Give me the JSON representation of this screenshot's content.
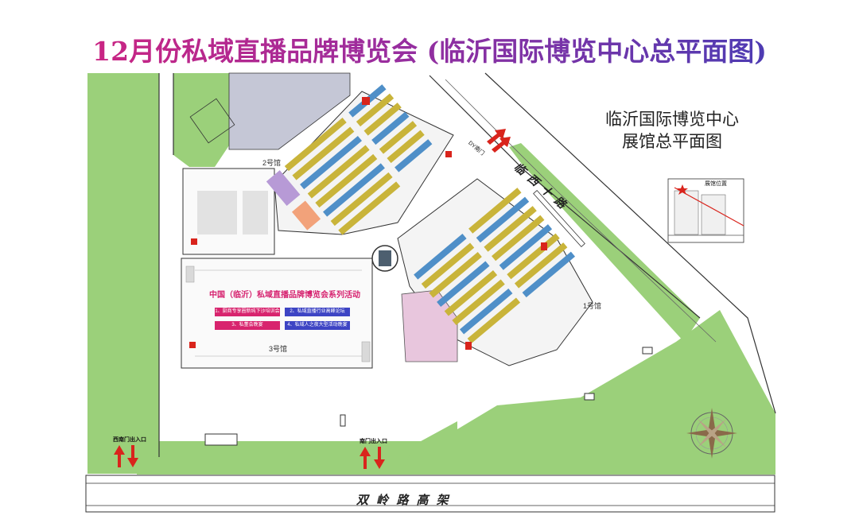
{
  "title": "12月份私域直播品牌博览会 (临沂国际博览中心总平面图)",
  "legend_title_line1": "临沂国际博览中心",
  "legend_title_line2": "展馆总平面图",
  "roads": {
    "east": "临 西 十 路",
    "south": "双 岭 路 高 架"
  },
  "halls": {
    "hall1": "1号馆",
    "hall2": "2号馆",
    "hall3": "3号馆"
  },
  "gates": {
    "southwest": "西南门出入口",
    "south": "南门出入口",
    "northeast": "DY南门"
  },
  "events": {
    "title": "中国（临沂）私域直播品牌博览会系列活动",
    "items": [
      {
        "label": "1、厨商专享圈新纯下沙培训会",
        "color": "#d8246e"
      },
      {
        "label": "2、私域直播行业高峰论坛",
        "color": "#3d44c4"
      },
      {
        "label": "3、私董会晚宴",
        "color": "#d8246e"
      },
      {
        "label": "4、私域人之夜大型活动晚宴",
        "color": "#3d44c4"
      }
    ]
  },
  "inset": {
    "title": "展馆位置"
  },
  "colors": {
    "grass": "#9bd07a",
    "plaza": "#f5f5f5",
    "booth_yellow": "#c9b43a",
    "booth_blue": "#4f8fc8",
    "booth_pink": "#e04a8f",
    "booth_purple": "#b79ad6",
    "arrow_red": "#d9241c",
    "gray_block": "#c5c7d6"
  },
  "icons": [
    "compass-rose-icon",
    "red-entrance-arrow-icon"
  ]
}
